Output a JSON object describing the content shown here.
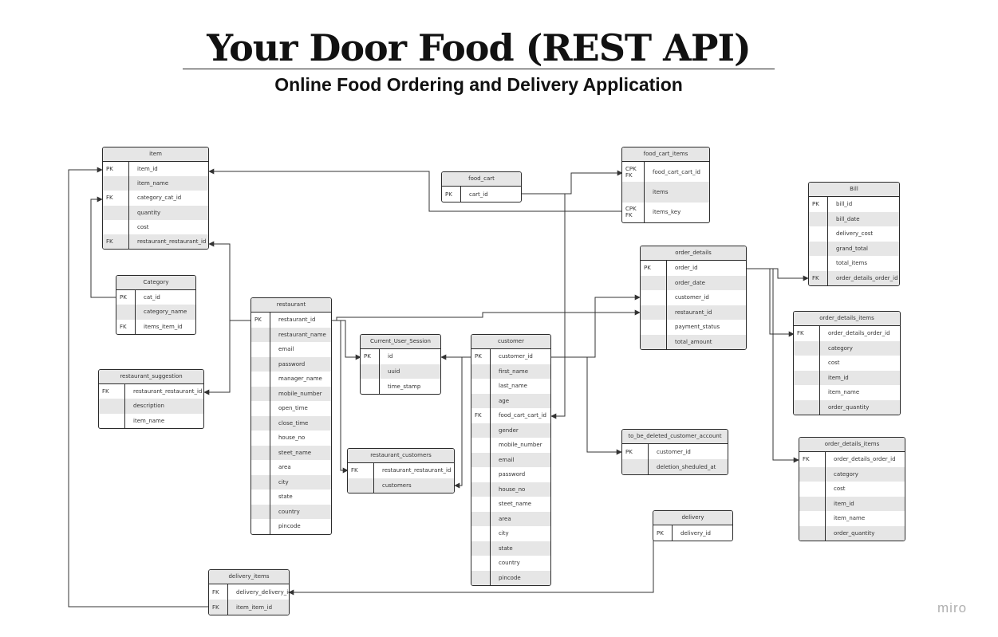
{
  "title": "Your Door Food (REST API)",
  "subtitle": "Online Food Ordering and Delivery Application",
  "watermark": "miro",
  "entities": [
    {
      "id": "item",
      "title": "item",
      "rows": [
        {
          "k": "PK",
          "f": "item_id"
        },
        {
          "k": "",
          "f": "item_name"
        },
        {
          "k": "FK",
          "f": "category_cat_id"
        },
        {
          "k": "",
          "f": "quantity"
        },
        {
          "k": "",
          "f": "cost"
        },
        {
          "k": "FK",
          "f": "restaurant_restaurant_id"
        }
      ]
    },
    {
      "id": "category",
      "title": "Category",
      "rows": [
        {
          "k": "PK",
          "f": "cat_id"
        },
        {
          "k": "",
          "f": "category_name"
        },
        {
          "k": "FK",
          "f": "items_item_id"
        }
      ]
    },
    {
      "id": "restaurant_suggestion",
      "title": "restaurant_suggestion",
      "rows": [
        {
          "k": "FK",
          "f": "restaurant_restaurant_id"
        },
        {
          "k": "",
          "f": "description"
        },
        {
          "k": "",
          "f": "item_name"
        }
      ]
    },
    {
      "id": "restaurant",
      "title": "restaurant",
      "rows": [
        {
          "k": "PK",
          "f": "restaurant_id"
        },
        {
          "k": "",
          "f": "restaurant_name"
        },
        {
          "k": "",
          "f": "email"
        },
        {
          "k": "",
          "f": "password"
        },
        {
          "k": "",
          "f": "manager_name"
        },
        {
          "k": "",
          "f": "mobile_number"
        },
        {
          "k": "",
          "f": "open_time"
        },
        {
          "k": "",
          "f": "close_time"
        },
        {
          "k": "",
          "f": "house_no"
        },
        {
          "k": "",
          "f": "steet_name"
        },
        {
          "k": "",
          "f": "area"
        },
        {
          "k": "",
          "f": "city"
        },
        {
          "k": "",
          "f": "state"
        },
        {
          "k": "",
          "f": "country"
        },
        {
          "k": "",
          "f": "pincode"
        }
      ]
    },
    {
      "id": "food_cart",
      "title": "food_cart",
      "rows": [
        {
          "k": "PK",
          "f": "cart_id"
        }
      ]
    },
    {
      "id": "current_user_session",
      "title": "Current_User_Session",
      "rows": [
        {
          "k": "PK",
          "f": "id"
        },
        {
          "k": "",
          "f": "uuid"
        },
        {
          "k": "",
          "f": "time_stamp"
        }
      ]
    },
    {
      "id": "restaurant_customers",
      "title": "restaurant_customers",
      "rows": [
        {
          "k": "FK",
          "f": "restaurant_restaurant_id"
        },
        {
          "k": "",
          "f": "customers"
        }
      ]
    },
    {
      "id": "customer",
      "title": "customer",
      "rows": [
        {
          "k": "PK",
          "f": "customer_id"
        },
        {
          "k": "",
          "f": "first_name"
        },
        {
          "k": "",
          "f": "last_name"
        },
        {
          "k": "",
          "f": "age"
        },
        {
          "k": "FK",
          "f": "food_cart_cart_id"
        },
        {
          "k": "",
          "f": "gender"
        },
        {
          "k": "",
          "f": "mobile_number"
        },
        {
          "k": "",
          "f": "email"
        },
        {
          "k": "",
          "f": "password"
        },
        {
          "k": "",
          "f": "house_no"
        },
        {
          "k": "",
          "f": "steet_name"
        },
        {
          "k": "",
          "f": "area"
        },
        {
          "k": "",
          "f": "city"
        },
        {
          "k": "",
          "f": "state"
        },
        {
          "k": "",
          "f": "country"
        },
        {
          "k": "",
          "f": "pincode"
        }
      ]
    },
    {
      "id": "food_cart_items",
      "title": "food_cart_items",
      "rows": [
        {
          "k": "CPK\nFK",
          "f": "food_cart_cart_id"
        },
        {
          "k": "",
          "f": "items"
        },
        {
          "k": "CPK\nFK",
          "f": "items_key"
        }
      ]
    },
    {
      "id": "order_details",
      "title": "order_details",
      "rows": [
        {
          "k": "PK",
          "f": "order_id"
        },
        {
          "k": "",
          "f": "order_date"
        },
        {
          "k": "",
          "f": "customer_id"
        },
        {
          "k": "",
          "f": "restaurant_id"
        },
        {
          "k": "",
          "f": "payment_status"
        },
        {
          "k": "",
          "f": "total_amount"
        }
      ]
    },
    {
      "id": "bill",
      "title": "Bill",
      "rows": [
        {
          "k": "PK",
          "f": "bill_id"
        },
        {
          "k": "",
          "f": "bill_date"
        },
        {
          "k": "",
          "f": "delivery_cost"
        },
        {
          "k": "",
          "f": "grand_total"
        },
        {
          "k": "",
          "f": "total_items"
        },
        {
          "k": "FK",
          "f": "order_details_order_id"
        }
      ]
    },
    {
      "id": "order_details_items_1",
      "title": "order_details_items",
      "rows": [
        {
          "k": "FK",
          "f": "order_details_order_id"
        },
        {
          "k": "",
          "f": "category"
        },
        {
          "k": "",
          "f": "cost"
        },
        {
          "k": "",
          "f": "item_id"
        },
        {
          "k": "",
          "f": "item_name"
        },
        {
          "k": "",
          "f": "order_quantity"
        }
      ]
    },
    {
      "id": "to_be_deleted_customer_account",
      "title": "to_be_deleted_customer_account",
      "rows": [
        {
          "k": "PK",
          "f": "customer_id"
        },
        {
          "k": "",
          "f": "deletion_sheduled_at"
        }
      ]
    },
    {
      "id": "order_details_items_2",
      "title": "order_details_items",
      "rows": [
        {
          "k": "FK",
          "f": "order_details_order_id"
        },
        {
          "k": "",
          "f": "category"
        },
        {
          "k": "",
          "f": "cost"
        },
        {
          "k": "",
          "f": "item_id"
        },
        {
          "k": "",
          "f": "item_name"
        },
        {
          "k": "",
          "f": "order_quantity"
        }
      ]
    },
    {
      "id": "delivery",
      "title": "delivery",
      "rows": [
        {
          "k": "PK",
          "f": "delivery_id"
        }
      ]
    },
    {
      "id": "delivery_items",
      "title": "delivery_items",
      "rows": [
        {
          "k": "FK",
          "f": "delivery_delivery_id"
        },
        {
          "k": "FK",
          "f": "item_item_id"
        }
      ]
    }
  ]
}
